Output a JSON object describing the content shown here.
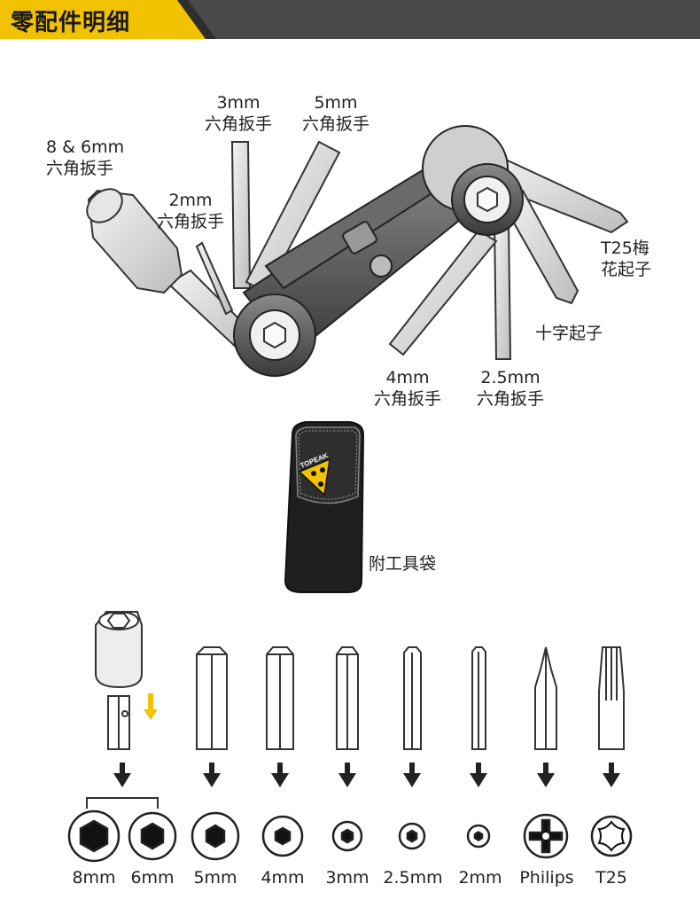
{
  "header": {
    "title": "零配件明细"
  },
  "callouts": {
    "hex_8_6": {
      "line1": "8 & 6mm",
      "line2": "六角扳手"
    },
    "hex_3": {
      "line1": "3mm",
      "line2": "六角扳手"
    },
    "hex_5": {
      "line1": "5mm",
      "line2": "六角扳手"
    },
    "hex_2": {
      "line1": "2mm",
      "line2": "六角扳手"
    },
    "t25": {
      "line1": "T25梅",
      "line2": "花起子"
    },
    "phillips": {
      "line1": "十字起子"
    },
    "hex_4": {
      "line1": "4mm",
      "line2": "六角扳手"
    },
    "hex_2_5": {
      "line1": "2.5mm",
      "line2": "六角扳手"
    }
  },
  "pouch": {
    "label": "附工具袋",
    "brand": "TOPEAK"
  },
  "sizes": [
    "8mm",
    "6mm",
    "5mm",
    "4mm",
    "3mm",
    "2.5mm",
    "2mm",
    "Philips",
    "T25"
  ],
  "colors": {
    "accent": "#f2c200",
    "header_bg": "#4a4a4a",
    "arrow": "#222222"
  }
}
